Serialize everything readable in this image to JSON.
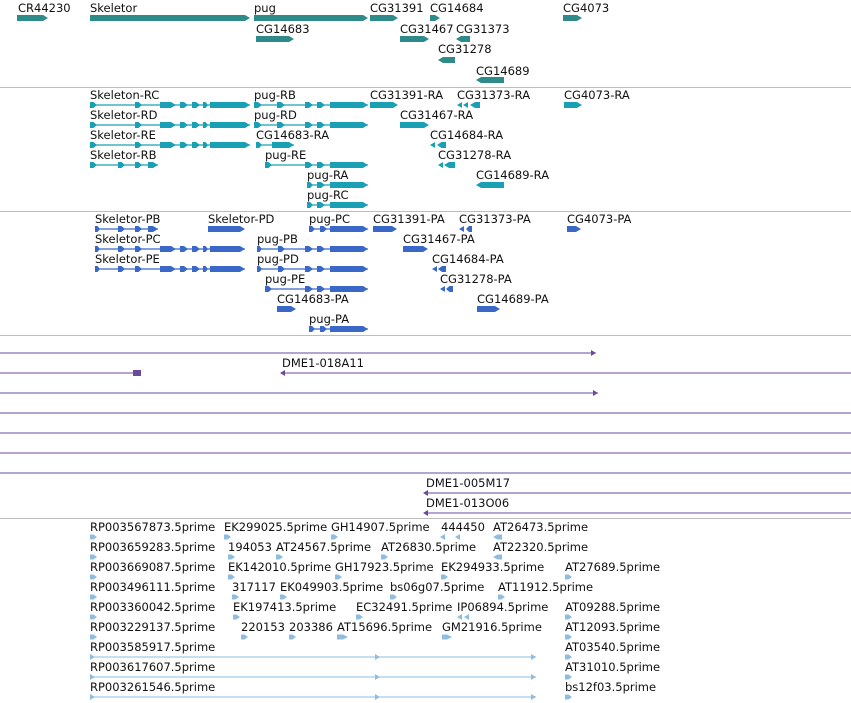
{
  "colors": {
    "gene": "#2f8a8a",
    "transcript": "#1aa0b4",
    "protein": "#3a68c8",
    "bac": "#6b4a9c",
    "est": "#8fbde0",
    "separator": "#bdbdbd"
  },
  "tracks": {
    "genes": {
      "labels": [
        "CR44230",
        "Skeletor",
        "pug",
        "CG31391",
        "CG14684",
        "CG4073",
        "CG14683",
        "CG31467",
        "CG31373",
        "CG31278",
        "CG14689"
      ]
    },
    "transcripts": {
      "labels": [
        "Skeleton-RC",
        "pug-RB",
        "CG31391-RA",
        "CG31373-RA",
        "CG4073-RA",
        "Skeletor-RD",
        "pug-RD",
        "CG31467-RA",
        "Skeletor-RE",
        "CG14683-RA",
        "CG14684-RA",
        "Skeletor-RB",
        "pug-RE",
        "CG31278-RA",
        "pug-RA",
        "CG14689-RA",
        "pug-RC"
      ]
    },
    "proteins": {
      "labels": [
        "Skeletor-PB",
        "Skeletor-PD",
        "pug-PC",
        "CG31391-PA",
        "CG31373-PA",
        "CG4073-PA",
        "Skeletor-PC",
        "pug-PB",
        "CG31467-PA",
        "Skeletor-PE",
        "pug-PD",
        "CG14684-PA",
        "pug-PE",
        "CG31278-PA",
        "CG14683-PA",
        "CG14689-PA",
        "pug-PA"
      ]
    },
    "bacs": {
      "labels": [
        "DME1-018A11",
        "DME1-005M17",
        "DME1-013O06"
      ]
    },
    "ests": {
      "labels": [
        "RP003567873.5prime",
        "EK299025.5prime",
        "GH14907.5prime",
        "444450",
        "AT26473.5prime",
        "RP003659283.5prime",
        "194053",
        "AT24567.5prime",
        "AT26830.5prime",
        "AT22320.5prime",
        "RP003669087.5prime",
        "EK142010.5prime",
        "GH17923.5prime",
        "EK294933.5prime",
        "AT27689.5prime",
        "RP003496111.5prime",
        "317117",
        "EK049903.5prime",
        "bs06g07.5prime",
        "AT11912.5prime",
        "RP003360042.5prime",
        "EK197413.5prime",
        "EC32491.5prime",
        "IP06894.5prime",
        "AT09288.5prime",
        "RP003229137.5prime",
        "220153",
        "203386",
        "AT15696.5prime",
        "GM21916.5prime",
        "AT12093.5prime",
        "RP003585917.5prime",
        "AT03540.5prime",
        "RP003617607.5prime",
        "AT31010.5prime",
        "RP003261546.5prime",
        "bs12f03.5prime"
      ]
    }
  }
}
